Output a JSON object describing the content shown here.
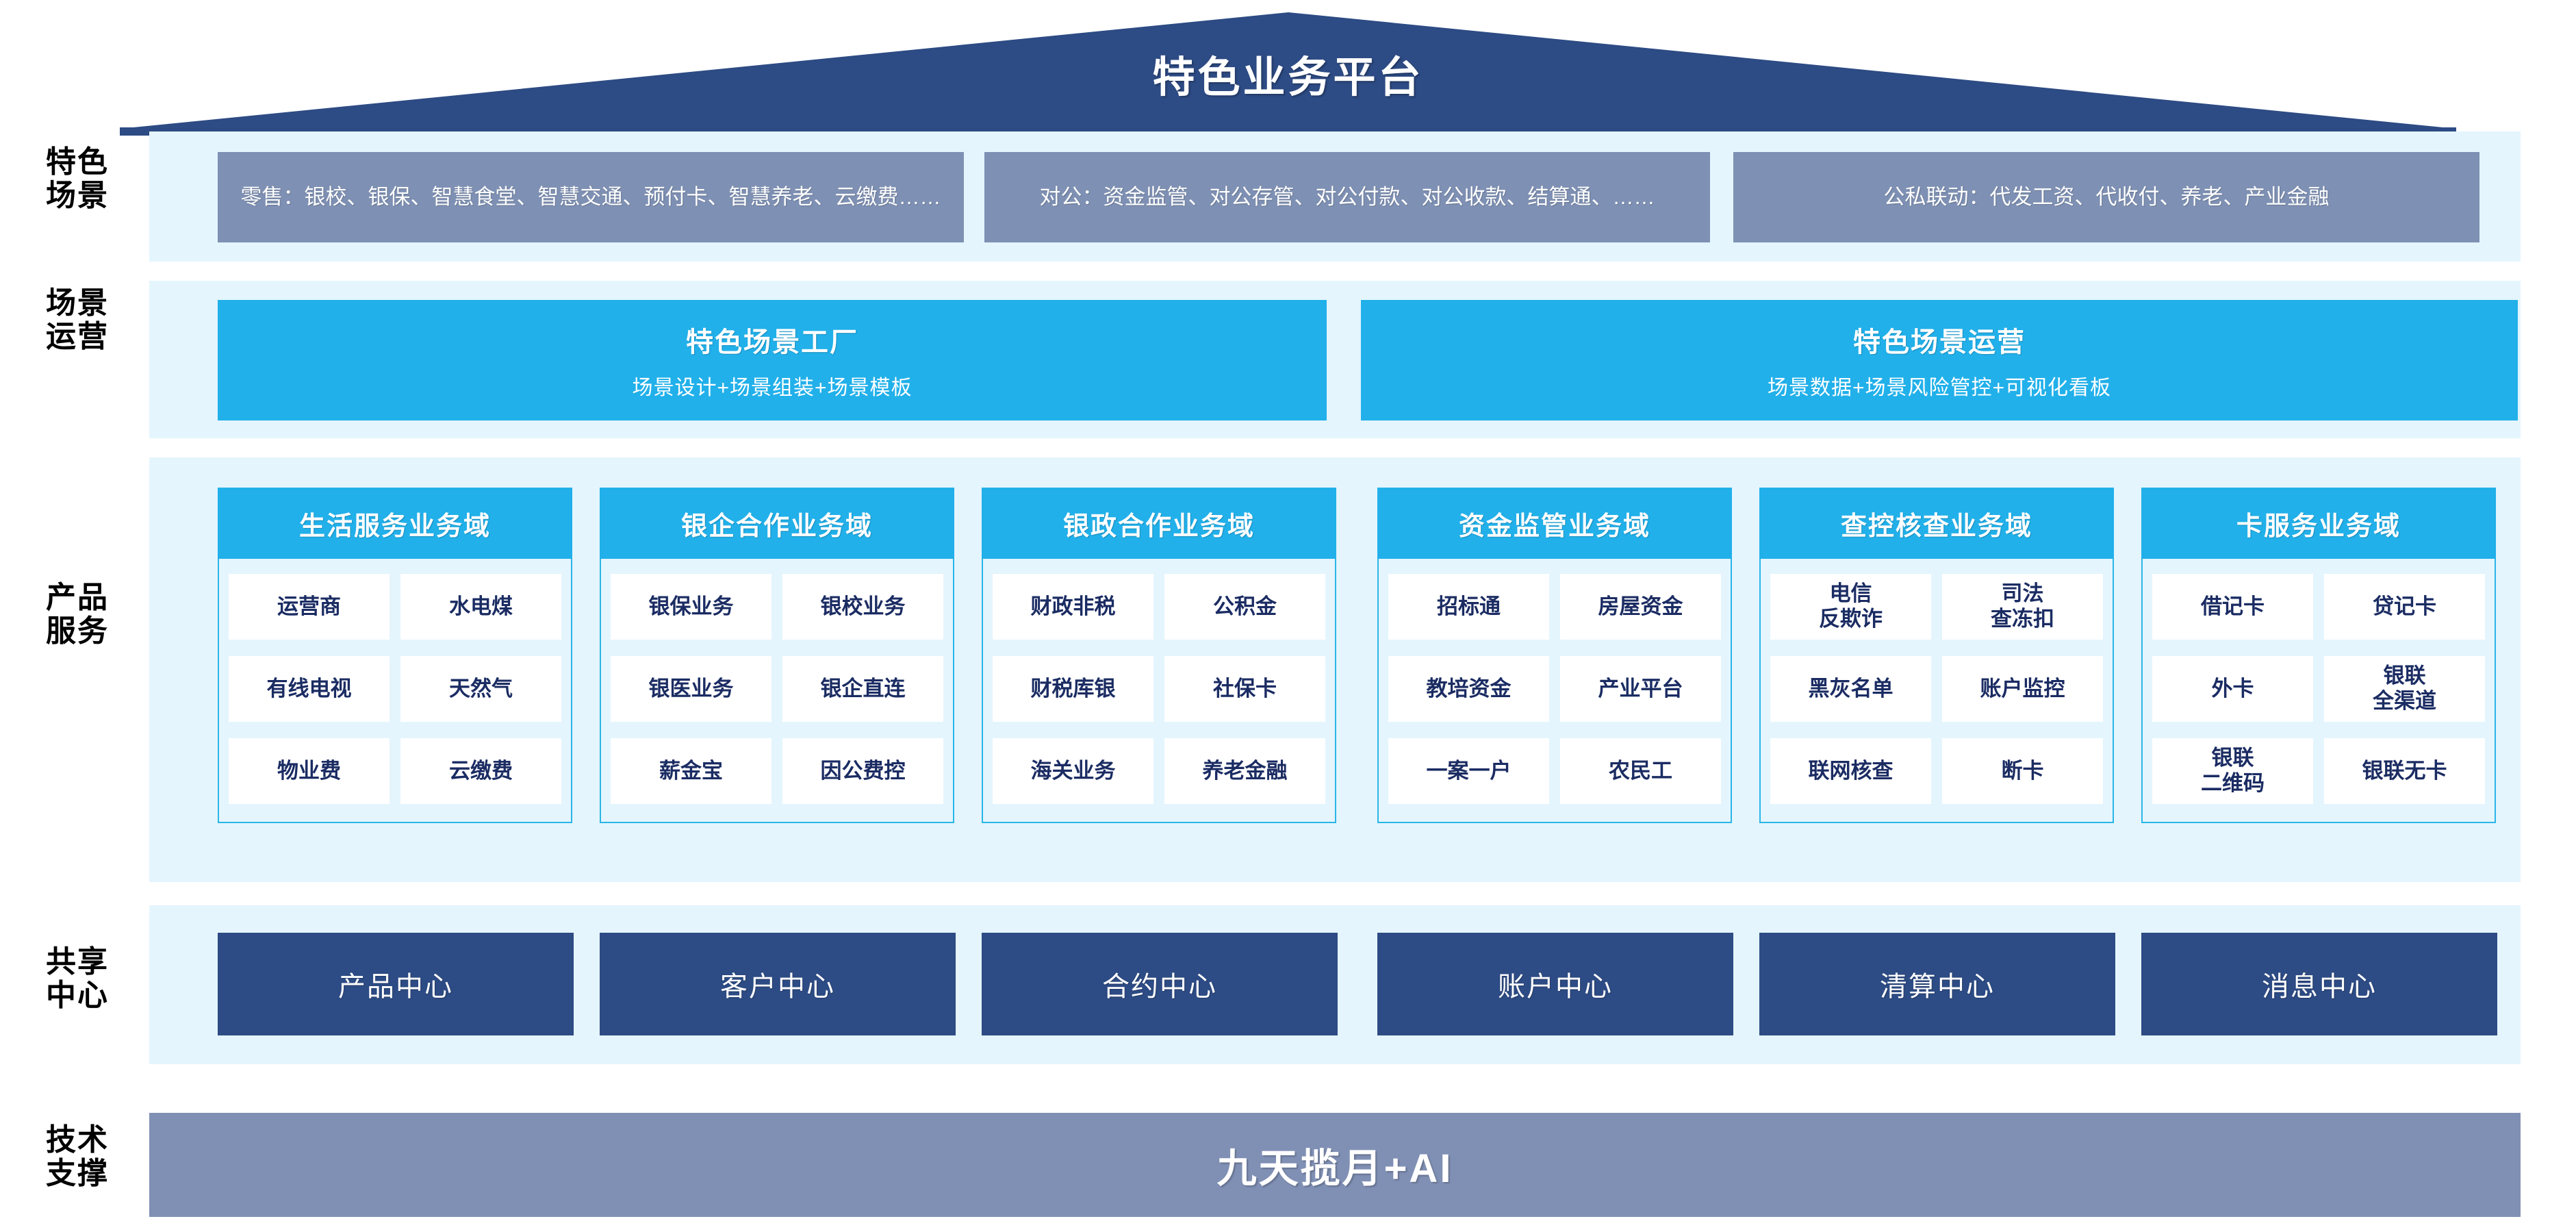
{
  "header": {
    "title": "特色业务平台",
    "roof_color": "#2d4b84"
  },
  "rail": {
    "labels": [
      "特色\n场景",
      "场景\n运营",
      "产品\n服务",
      "共享\n中心",
      "技术\n支撑"
    ]
  },
  "scenarios": {
    "boxes": [
      "零售：银校、银保、智慧食堂、智慧交通、预付卡、智慧养老、云缴费……",
      "对公：资金监管、对公存管、对公付款、对公收款、结算通、……",
      "公私联动：代发工资、代收付、养老、产业金融"
    ],
    "box_color": "#7e90b3"
  },
  "operation": {
    "items": [
      {
        "title": "特色场景工厂",
        "subtitle": "场景设计+场景组装+场景模板"
      },
      {
        "title": "特色场景运营",
        "subtitle": "场景数据+场景风险管控+可视化看板"
      }
    ],
    "color": "#21b0ea"
  },
  "domains": [
    {
      "title": "生活服务业务域",
      "cells": [
        "运营商",
        "水电煤",
        "有线电视",
        "天然气",
        "物业费",
        "云缴费"
      ]
    },
    {
      "title": "银企合作业务域",
      "cells": [
        "银保业务",
        "银校业务",
        "银医业务",
        "银企直连",
        "薪金宝",
        "因公费控"
      ]
    },
    {
      "title": "银政合作业务域",
      "cells": [
        "财政非税",
        "公积金",
        "财税库银",
        "社保卡",
        "海关业务",
        "养老金融"
      ]
    },
    {
      "title": "资金监管业务域",
      "cells": [
        "招标通",
        "房屋资金",
        "教培资金",
        "产业平台",
        "一案一户",
        "农民工"
      ]
    },
    {
      "title": "查控核查业务域",
      "cells": [
        "电信\n反欺诈",
        "司法\n查冻扣",
        "黑灰名单",
        "账户监控",
        "联网核查",
        "断卡"
      ]
    },
    {
      "title": "卡服务业务域",
      "cells": [
        "借记卡",
        "贷记卡",
        "外卡",
        "银联\n全渠道",
        "银联\n二维码",
        "银联无卡"
      ]
    }
  ],
  "shared_centers": {
    "items": [
      "产品中心",
      "客户中心",
      "合约中心",
      "账户中心",
      "清算中心",
      "消息中心"
    ],
    "color": "#2d4b84"
  },
  "tech": {
    "label": "九天揽月+AI",
    "color": "#8090b5"
  }
}
